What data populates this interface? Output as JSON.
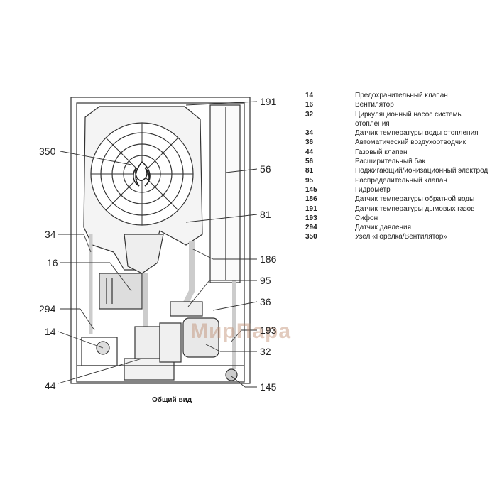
{
  "callouts": {
    "c191": "191",
    "c350": "350",
    "c56": "56",
    "c81": "81",
    "c34": "34",
    "c186": "186",
    "c16": "16",
    "c95": "95",
    "c36": "36",
    "c294": "294",
    "c193": "193",
    "c14": "14",
    "c32": "32",
    "c44": "44",
    "c145": "145"
  },
  "legend": [
    {
      "num": "14",
      "text": "Предохранительный клапан"
    },
    {
      "num": "16",
      "text": "Вентилятор"
    },
    {
      "num": "32",
      "text": "Циркуляционный насос системы отопления"
    },
    {
      "num": "34",
      "text": "Датчик температуры воды отопления"
    },
    {
      "num": "36",
      "text": "Автоматический воздухоотводчик"
    },
    {
      "num": "44",
      "text": "Газовый клапан"
    },
    {
      "num": "56",
      "text": "Расширительный бак"
    },
    {
      "num": "81",
      "text": "Поджигающий/ионизационный электрод"
    },
    {
      "num": "95",
      "text": "Распределительный клапан"
    },
    {
      "num": "145",
      "text": "Гидрометр"
    },
    {
      "num": "186",
      "text": "Датчик температуры обратной воды"
    },
    {
      "num": "191",
      "text": "Датчик температуры дымовых газов"
    },
    {
      "num": "193",
      "text": "Сифон"
    },
    {
      "num": "294",
      "text": "Датчик давления"
    },
    {
      "num": "350",
      "text": "Узел «Горелка/Вентилятор»"
    }
  ],
  "caption": "Общий вид",
  "watermark": "МирПара"
}
